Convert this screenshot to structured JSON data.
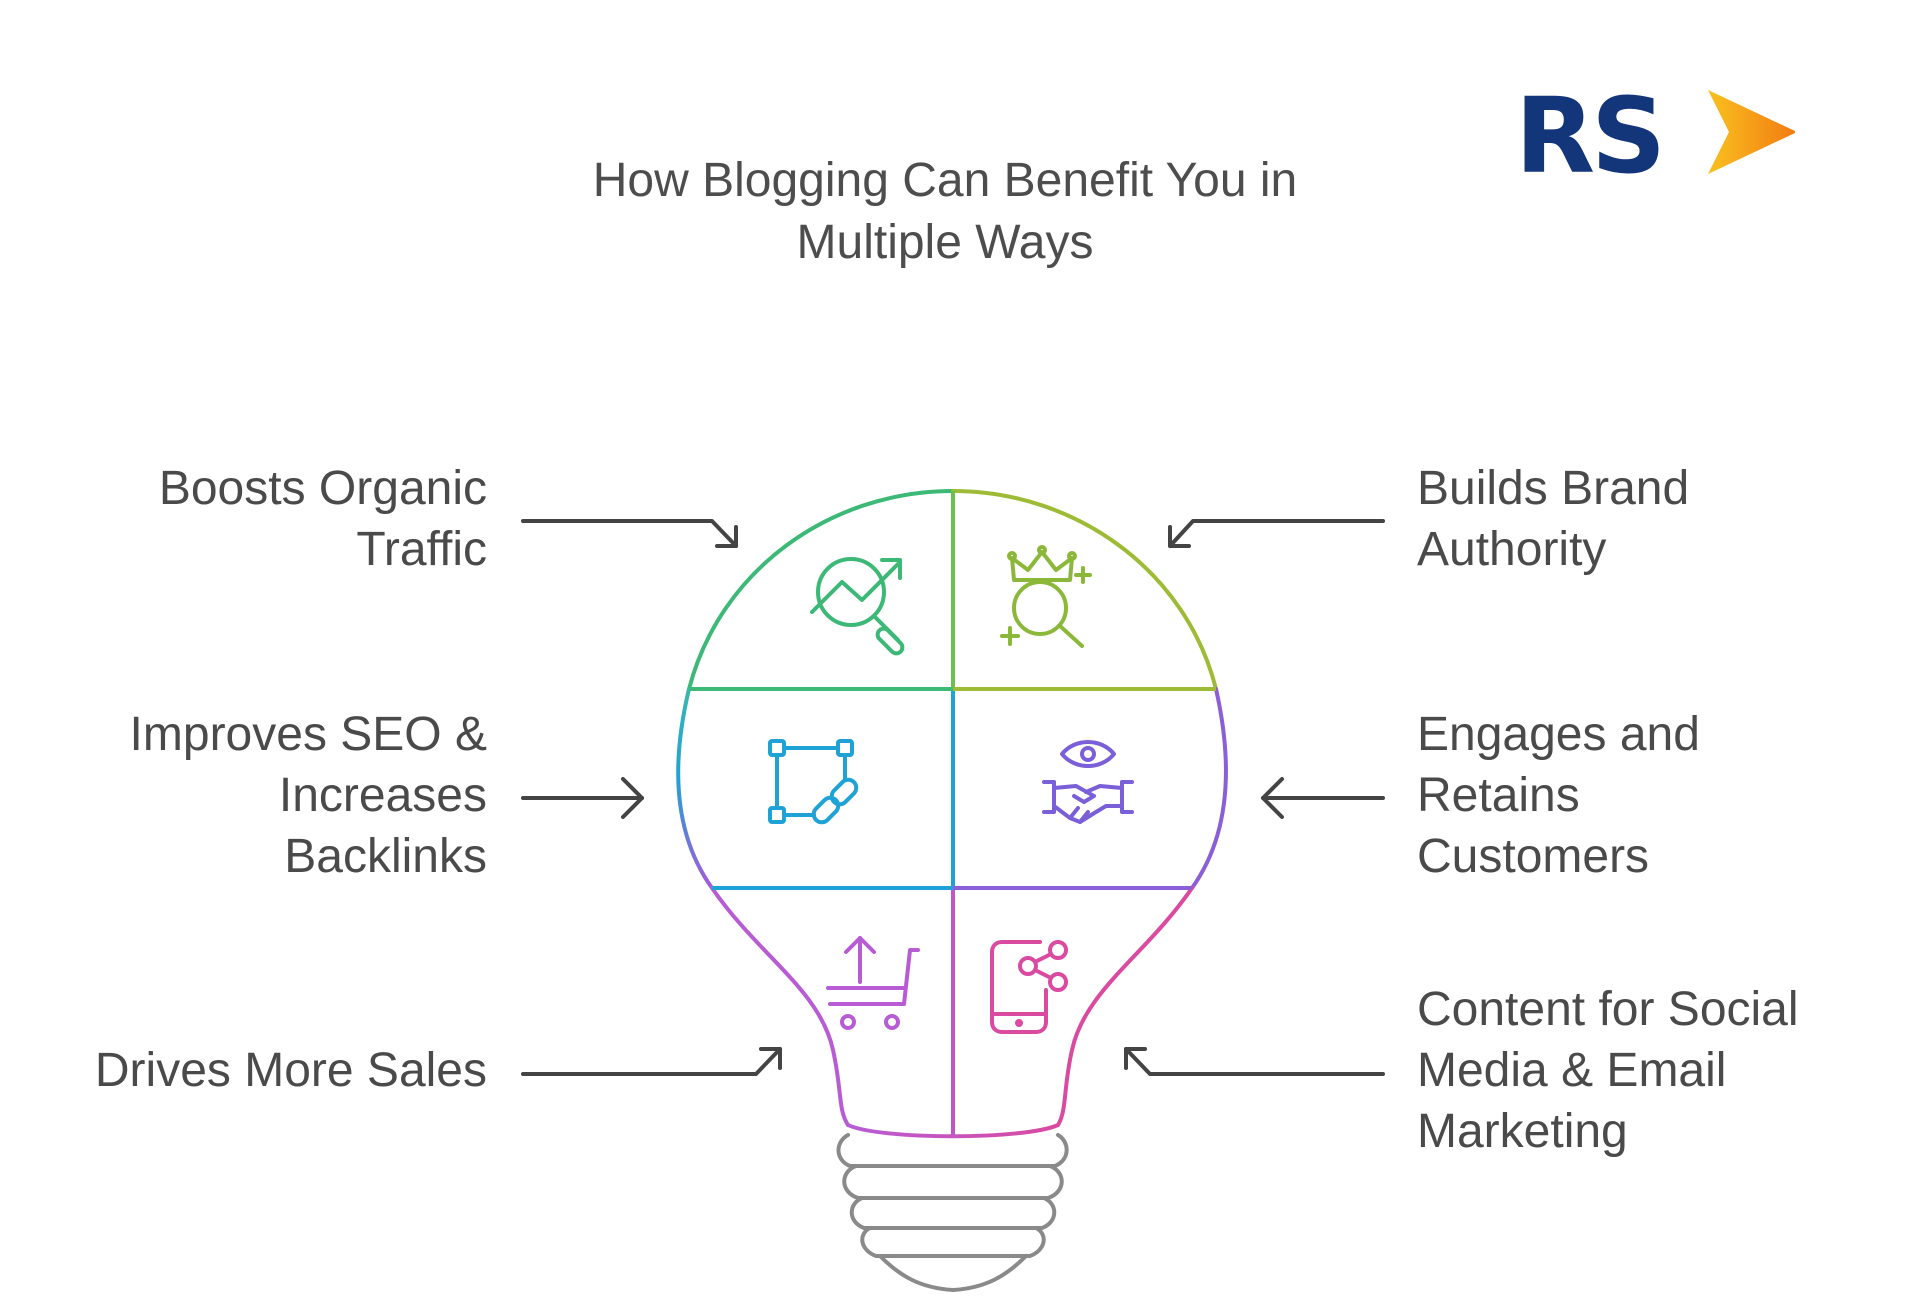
{
  "title": {
    "line1": "How Blogging Can Benefit You in",
    "line2": "Multiple Ways"
  },
  "logo": {
    "text": "RS",
    "colors": {
      "text": "#13357a",
      "arrow": "#f79a1e"
    }
  },
  "benefits": [
    {
      "id": "top-left",
      "lines": [
        "Boosts Organic",
        "Traffic"
      ],
      "icon": "chart-magnifier-icon",
      "color": "#3cb877"
    },
    {
      "id": "top-right",
      "lines": [
        "Builds Brand",
        "Authority"
      ],
      "icon": "crown-search-icon",
      "color": "#8cb83a"
    },
    {
      "id": "mid-left",
      "lines": [
        "Improves SEO &",
        "Increases",
        "Backlinks"
      ],
      "icon": "link-square-icon",
      "color": "#1fa3d6"
    },
    {
      "id": "mid-right",
      "lines": [
        "Engages and",
        "Retains",
        "Customers"
      ],
      "icon": "eye-handshake-icon",
      "color": "#7a5fd8"
    },
    {
      "id": "bottom-left",
      "lines": [
        "Drives More Sales"
      ],
      "icon": "cart-up-icon",
      "color": "#b85cd6"
    },
    {
      "id": "bottom-right",
      "lines": [
        "Content for Social",
        "Media & Email",
        "Marketing"
      ],
      "icon": "phone-share-icon",
      "color": "#d94aa0"
    }
  ],
  "colors": {
    "text": "#4a4a4a",
    "arrow": "#444444",
    "bulb_base": "#8a8a8a"
  }
}
